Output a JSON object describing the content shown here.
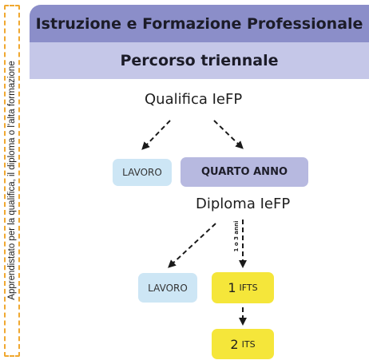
{
  "side_label": "Apprendistato per la qualifica, il diploma o l'alta formazione",
  "header": {
    "title": "Istruzione e Formazione Professionale",
    "subtitle": "Percorso triennale"
  },
  "nodes": {
    "qualifica": "Qualifica IeFP",
    "lavoro_1": "LAVORO",
    "quarto_anno": "QUARTO ANNO",
    "diploma": "Diploma IeFP",
    "lavoro_2": "LAVORO",
    "ifts": {
      "num": "1",
      "label": "IFTS"
    },
    "its": {
      "num": "2",
      "label": "ITS"
    }
  },
  "edge_note": "1 o 3 anni",
  "colors": {
    "header_dark": "#8b8ec9",
    "header_light": "#c5c7e8",
    "work_box": "#cde6f5",
    "fourth_year_box": "#b7b9e0",
    "higher_ed_box": "#f5e63a",
    "side_frame": "#f0a830"
  }
}
